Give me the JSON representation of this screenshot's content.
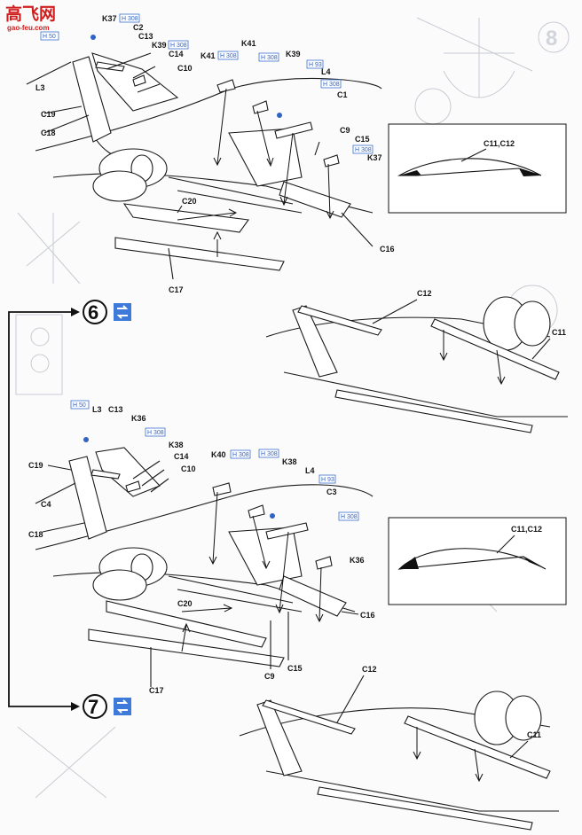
{
  "watermark": {
    "cjk": "高飞网",
    "url": "gao-feu.com"
  },
  "ghost_step_number": "8",
  "steps": [
    {
      "number": "6"
    },
    {
      "number": "7"
    }
  ],
  "upper_assembly": {
    "labels": [
      "K37",
      "C2",
      "C13",
      "K39",
      "C14",
      "C10",
      "L3",
      "C19",
      "C18",
      "K41",
      "K41",
      "K39",
      "L4",
      "C1",
      "C9",
      "C15",
      "K37",
      "C20",
      "C17",
      "C16"
    ],
    "hrefs": [
      "50",
      "308",
      "308",
      "308",
      "308",
      "93",
      "308",
      "308"
    ],
    "detail_label": "C11,C12",
    "lower_view_labels": [
      "C12",
      "C11"
    ]
  },
  "lower_assembly": {
    "labels": [
      "L3",
      "C13",
      "K36",
      "C19",
      "K38",
      "C14",
      "C4",
      "C10",
      "C18",
      "K40",
      "K38",
      "L4",
      "C3",
      "K36",
      "C20",
      "C16",
      "C17",
      "C9",
      "C15"
    ],
    "hrefs": [
      "50",
      "308",
      "308",
      "308",
      "93",
      "308"
    ],
    "detail_label": "C11,C12",
    "lower_view_labels": [
      "C12",
      "C11"
    ]
  },
  "colors": {
    "paint_ref": "#2f63c4",
    "watermark": "#d01e1e",
    "ink": "#151515"
  }
}
